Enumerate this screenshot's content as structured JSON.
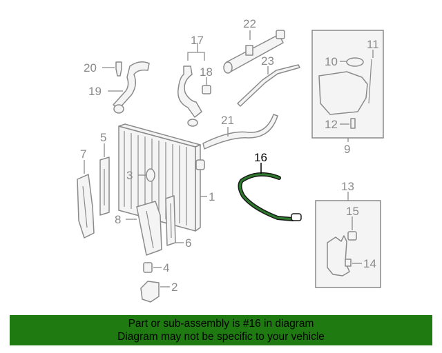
{
  "diagram": {
    "highlighted_part": "16",
    "highlight_color": "#000000",
    "part_color": "#8a8a8a",
    "callouts": {
      "c1": "1",
      "c2": "2",
      "c3": "3",
      "c4": "4",
      "c5": "5",
      "c6": "6",
      "c7": "7",
      "c8": "8",
      "c9": "9",
      "c10": "10",
      "c11": "11",
      "c12": "12",
      "c13": "13",
      "c14": "14",
      "c15": "15",
      "c16": "16",
      "c17": "17",
      "c18": "18",
      "c19": "19",
      "c20": "20",
      "c21": "21",
      "c22": "22",
      "c23": "23"
    }
  },
  "banner": {
    "line1": "Part or sub-assembly is #16 in diagram",
    "line2": "Diagram may not be specific to your vehicle",
    "background": "#1f7a11"
  }
}
